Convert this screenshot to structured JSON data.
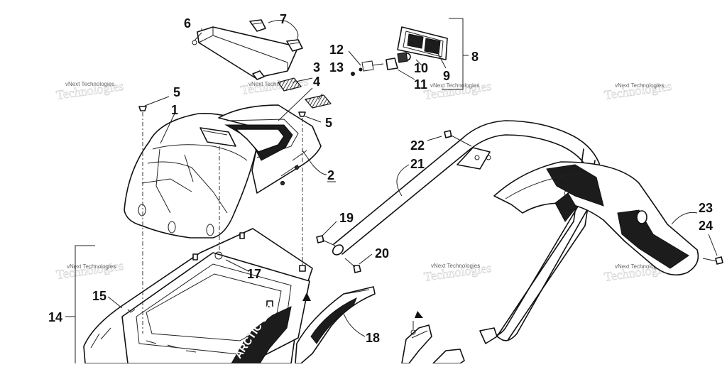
{
  "watermark": {
    "text": "vNext Technologies"
  },
  "callouts": {
    "c1": "1",
    "c2": "2",
    "c3": "3",
    "c4": "4",
    "c5a": "5",
    "c5b": "5",
    "c6": "6",
    "c7": "7",
    "c8": "8",
    "c9": "9",
    "c10": "10",
    "c11": "11",
    "c12": "12",
    "c13": "13",
    "c14": "14",
    "c15": "15",
    "c17": "17",
    "c18": "18",
    "c19": "19",
    "c20": "20",
    "c21": "21",
    "c22": "22",
    "c23": "23",
    "c24": "24"
  },
  "decal": {
    "text": "ARCTIC CAT"
  }
}
